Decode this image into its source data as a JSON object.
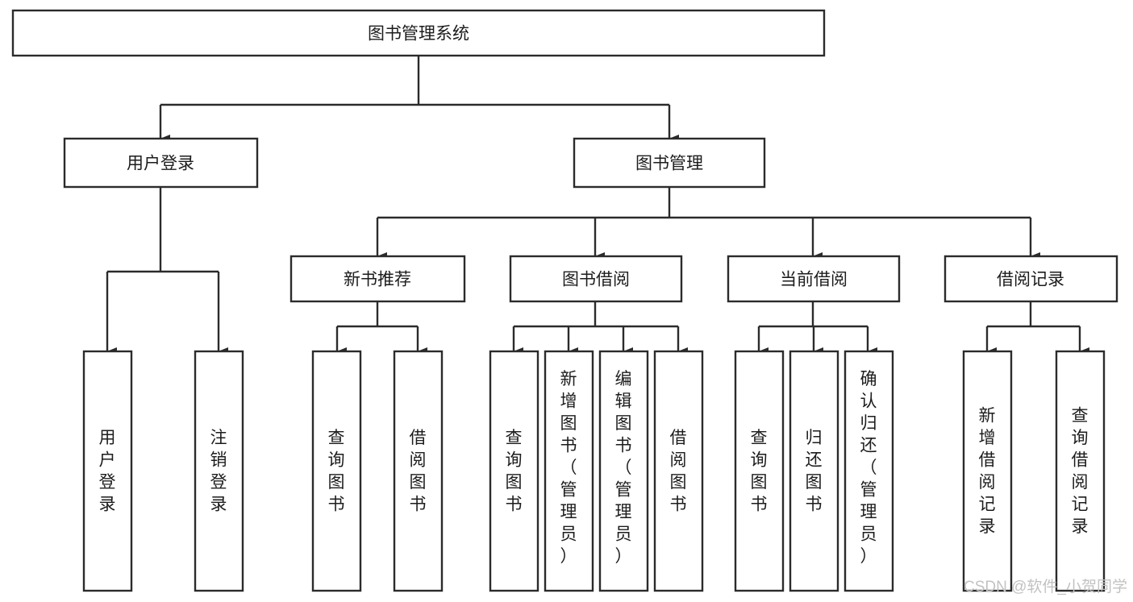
{
  "diagram": {
    "title": "图书管理系统",
    "type": "hierarchy-tree",
    "watermark": "CSDN @软件_小贺同学",
    "colors": {
      "stroke": "#2b2b2b",
      "box_fill": "#ffffff",
      "text": "#1c1c1c",
      "watermark": "#c2c2c2",
      "background": "#ffffff"
    },
    "levels": {
      "root": {
        "label": "图书管理系统"
      },
      "level1": [
        {
          "id": "user-login",
          "label": "用户登录"
        },
        {
          "id": "book-management",
          "label": "图书管理"
        }
      ],
      "level2": [
        {
          "id": "new-book-recommend",
          "label": "新书推荐",
          "parent": "book-management"
        },
        {
          "id": "book-borrow",
          "label": "图书借阅",
          "parent": "book-management"
        },
        {
          "id": "current-borrow",
          "label": "当前借阅",
          "parent": "book-management"
        },
        {
          "id": "borrow-record",
          "label": "借阅记录",
          "parent": "book-management"
        }
      ],
      "leaves": {
        "user-login": [
          {
            "id": "leaf-user-login",
            "label": "用户登录"
          },
          {
            "id": "leaf-logout-login",
            "label": "注销登录"
          }
        ],
        "new-book-recommend": [
          {
            "id": "leaf-query-book-1",
            "label": "查询图书"
          },
          {
            "id": "leaf-borrow-book-1",
            "label": "借阅图书"
          }
        ],
        "book-borrow": [
          {
            "id": "leaf-query-book-2",
            "label": "查询图书"
          },
          {
            "id": "leaf-add-book",
            "label": "新增图书（管理员）"
          },
          {
            "id": "leaf-edit-book",
            "label": "编辑图书（管理员）"
          },
          {
            "id": "leaf-borrow-book-2",
            "label": "借阅图书"
          }
        ],
        "current-borrow": [
          {
            "id": "leaf-query-book-3",
            "label": "查询图书"
          },
          {
            "id": "leaf-return-book",
            "label": "归还图书"
          },
          {
            "id": "leaf-confirm-return",
            "label": "确认归还（管理员）"
          }
        ],
        "borrow-record": [
          {
            "id": "leaf-add-record",
            "label": "新增借阅记录"
          },
          {
            "id": "leaf-query-record",
            "label": "查询借阅记录"
          }
        ]
      }
    }
  }
}
